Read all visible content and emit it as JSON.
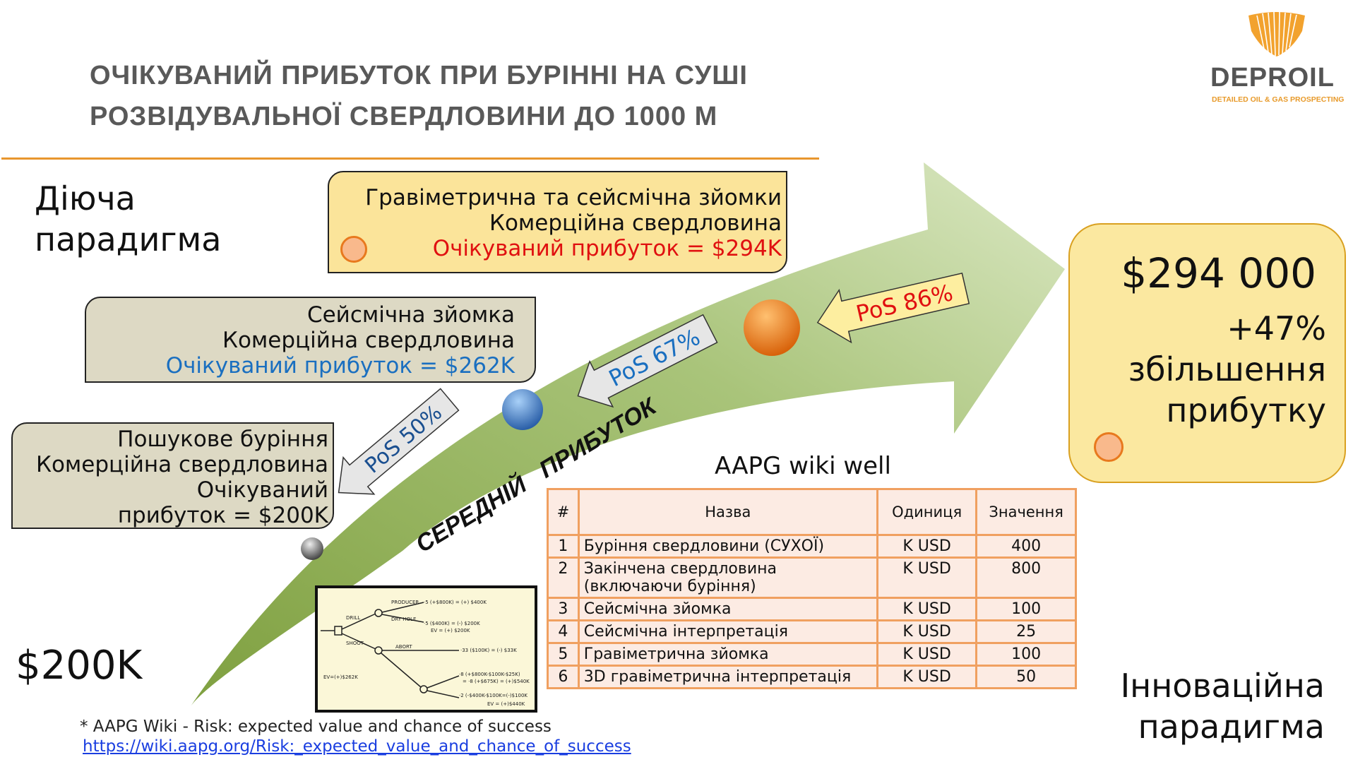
{
  "title": {
    "line1": "ОЧІКУВАНИЙ ПРИБУТОК ПРИ БУРІННІ НА СУШІ",
    "line2": "РОЗВІДУВАЛЬНОЇ СВЕРДЛОВИНИ ДО 1000 М"
  },
  "logo": {
    "word": "DEPROIL",
    "tagline": "DETAILED OIL & GAS PROSPECTING"
  },
  "current_paradigm": {
    "line1": "Діюча",
    "line2": "парадигма"
  },
  "innovative_paradigm": {
    "line1": "Інноваційна",
    "line2": "парадигма"
  },
  "start_value": "$200K",
  "boxes": {
    "gravity": {
      "line1": "Гравіметрична та сейсмічна зйомки",
      "line2": "Комерційна свердловина",
      "line3": "Очікуваний прибуток = $294K"
    },
    "seismic": {
      "line1": "Сейсмічна зйомка",
      "line2": "Комерційна свердловина",
      "line3": "Очікуваний прибуток = $262K"
    },
    "drilling": {
      "line1": "Пошукове буріння",
      "line2": "Комерційна свердловина",
      "line3": "Очікуваний",
      "line4": "прибуток = $200K"
    }
  },
  "pos": {
    "p50": "PoS 50%",
    "p67": "PoS 67%",
    "p86": "PoS 86%"
  },
  "arrow_label": "СЕРЕДНІЙ ПРИБУТОК",
  "result": {
    "value": "$294 000",
    "percent": "+47%",
    "line1": "збільшення",
    "line2": "прибутку"
  },
  "table": {
    "caption": "AAPG wiki well",
    "headers": [
      "#",
      "Назва",
      "Одиниця",
      "Значення"
    ],
    "rows": [
      [
        "1",
        "Буріння свердловини (СУХОЇ)",
        "K USD",
        "400"
      ],
      [
        "2",
        "Закінчена свердловина (включаючи буріння)",
        "K USD",
        "800"
      ],
      [
        "3",
        "Сейсмічна зйомка",
        "K USD",
        "100"
      ],
      [
        "4",
        "Сейсмічна інтерпретація",
        "K USD",
        "25"
      ],
      [
        "5",
        "Гравіметрична зйомка",
        "K USD",
        "100"
      ],
      [
        "6",
        "3D гравіметрична інтерпретація",
        "K USD",
        "50"
      ]
    ]
  },
  "tree": {
    "drill": "DRILL",
    "shoot": "SHOOT",
    "producer": "PRODUCER",
    "dry_hole": "DRY HOLE",
    "abort": "ABORT",
    "r1": "·5 (+$800K) = (+) $400K",
    "r2": "·5 ($400K) = (-) $200K",
    "ev1": "EV = (+) $200K",
    "r3": "·33 ($100K) = (-) $33K",
    "r4": "·8 (+$800K-$100K-$25K)",
    "r5": "= ·8 (+$675K) = (+)$540K",
    "r6": "·2 (-$400K-$100K=(-)$100K",
    "ev2": "EV = (+)$440K",
    "ev3": "EV=(+)$262K"
  },
  "footnote": {
    "text": "* AAPG Wiki - Risk: expected value and chance of success",
    "link": "https://wiki.aapg.org/Risk:_expected_value_and_chance_of_success"
  },
  "colors": {
    "accent": "#e8962e",
    "arrow": "#9cbb68",
    "red": "#e01010",
    "blue": "#1a6fc0"
  }
}
